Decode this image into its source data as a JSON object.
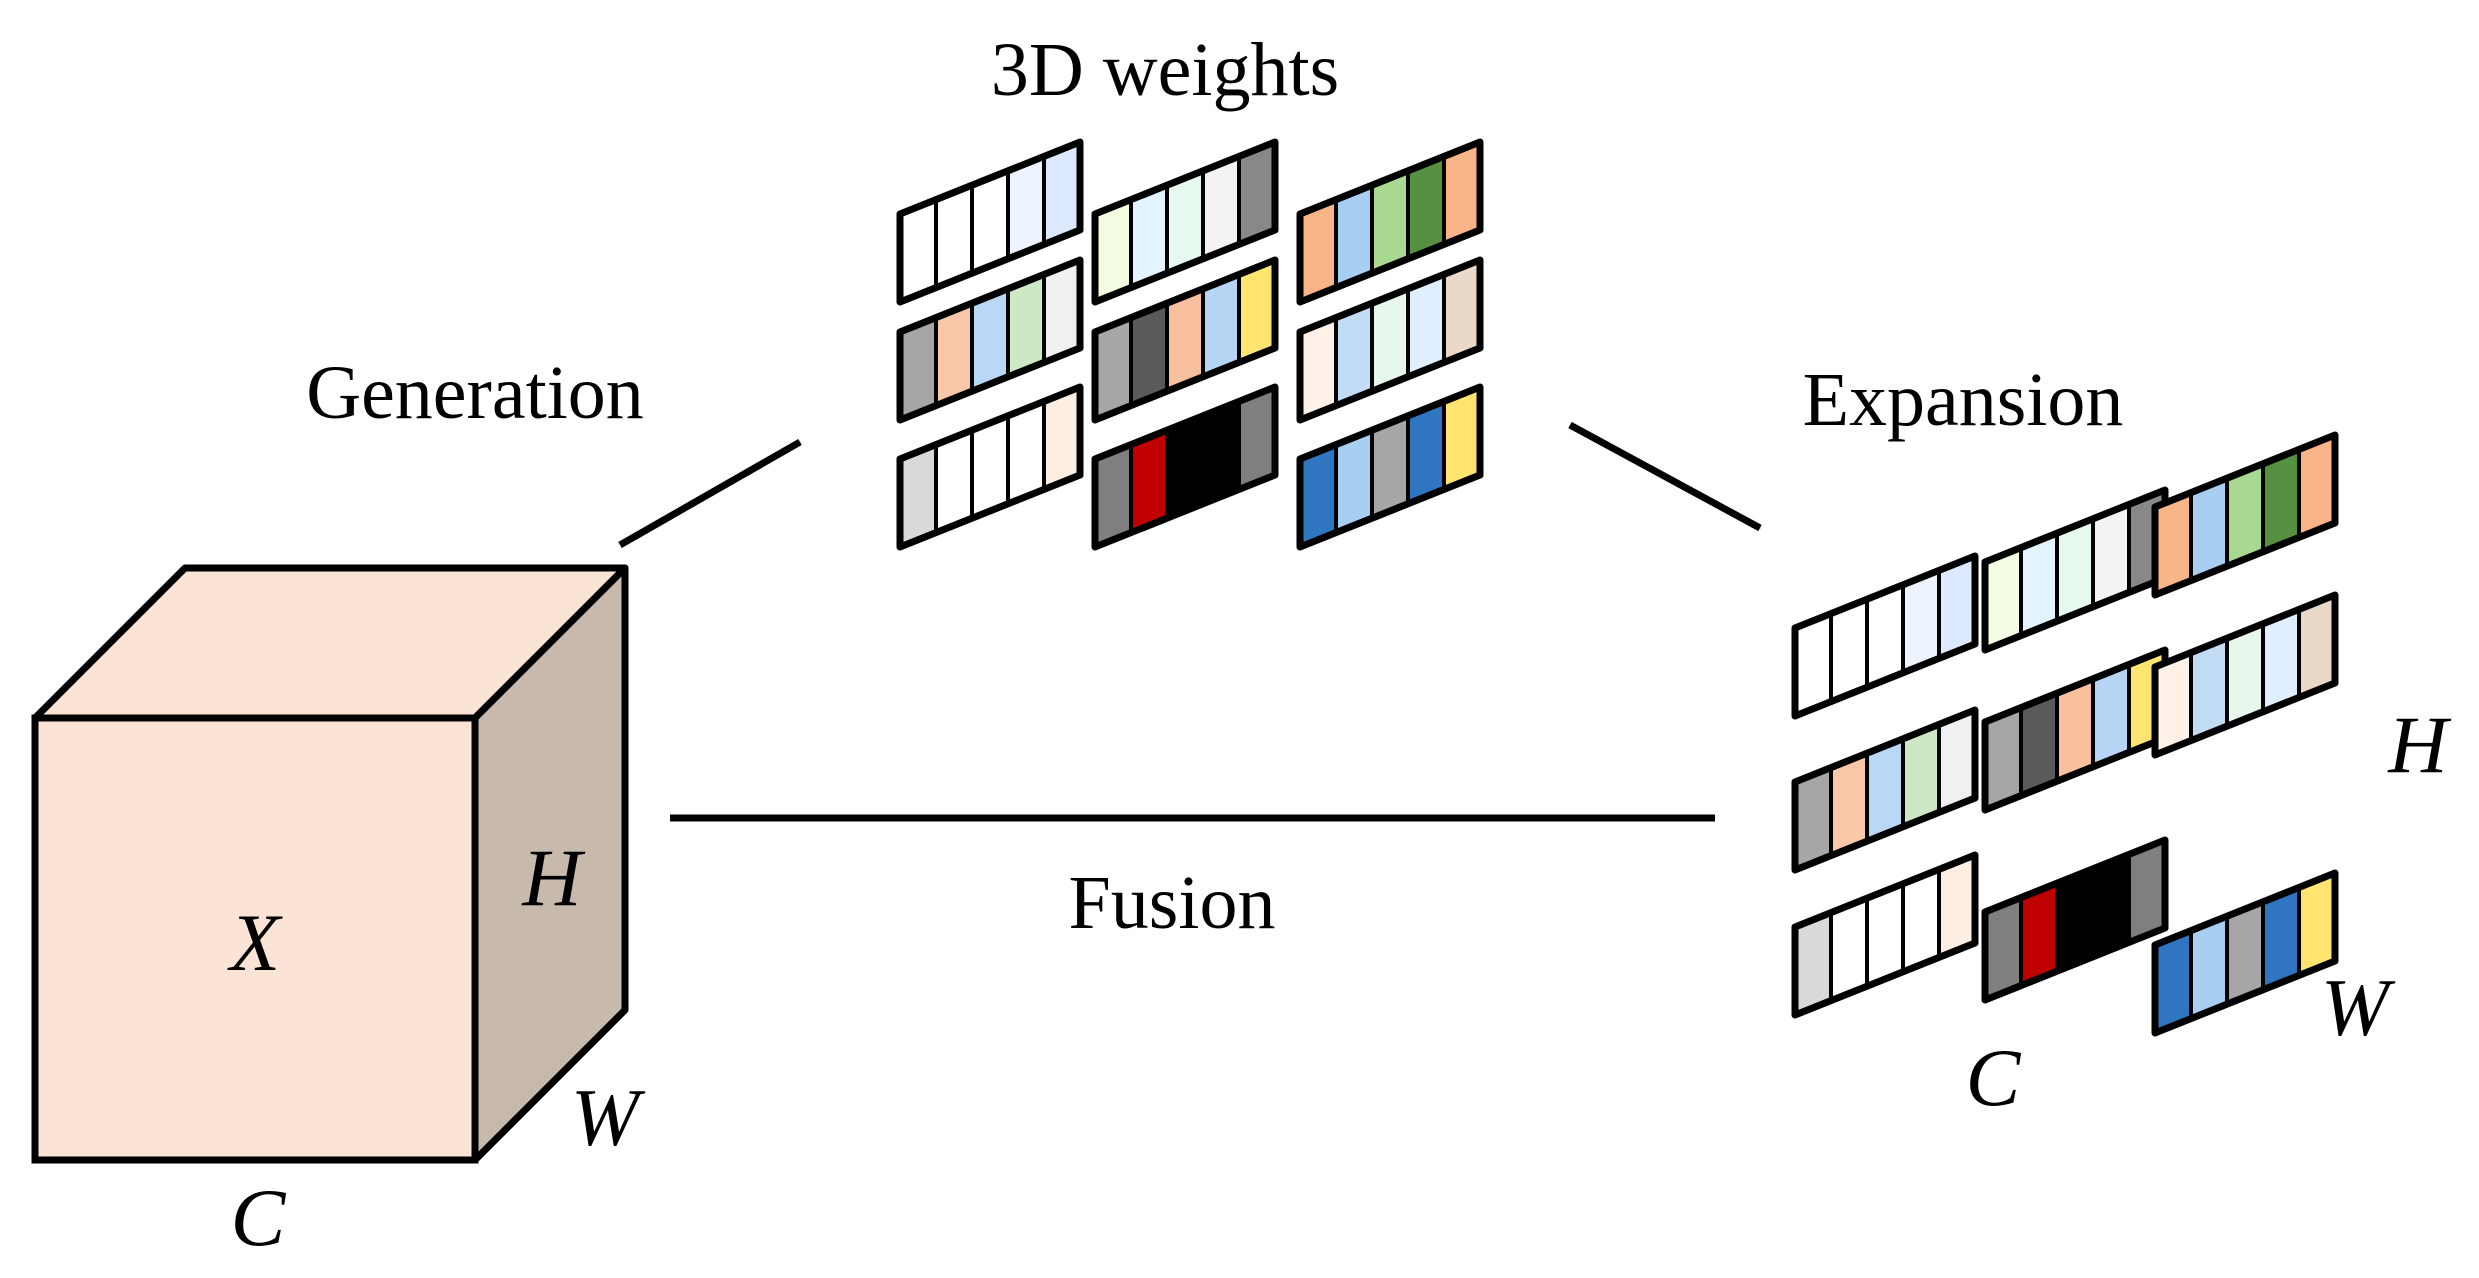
{
  "labels": {
    "weights_title": "3D weights",
    "generation": "Generation",
    "expansion": "Expansion",
    "fusion": "Fusion",
    "cube_x": "X",
    "cube_h": "H",
    "cube_w": "W",
    "cube_c": "C",
    "out_h": "H",
    "out_w": "W",
    "out_c": "C"
  },
  "colors": {
    "cube_front": "#fbe3d6",
    "cube_top": "#fbe3d6",
    "cube_side": "#c8b9ad",
    "stroke": "#000000"
  },
  "weight_strips": [
    [
      "#ffffff",
      "#ffffff",
      "#ffffff",
      "#edf3ff",
      "#dce9ff"
    ],
    [
      "#f2fce0",
      "#e3f3ff",
      "#e7f9ee",
      "#f3f3f3",
      "#888888"
    ],
    [
      "#f9b588",
      "#a8cef2",
      "#a9d890",
      "#559140",
      "#f9b588"
    ],
    [
      "#a6a6a6",
      "#f9c8a8",
      "#b9d8f5",
      "#cde8c4",
      "#f0f0f0"
    ],
    [
      "#a6a6a6",
      "#5a5a5a",
      "#f9c0a0",
      "#b6d5f5",
      "#ffe470"
    ],
    [
      "#fff1e7",
      "#c2dcf6",
      "#e7f7eb",
      "#e0efff",
      "#ead8c8"
    ],
    [
      "#d9d9d9",
      "#ffffff",
      "#ffffff",
      "#ffffff",
      "#fdeee4"
    ],
    [
      "#7f7f7f",
      "#c00000",
      "#000000",
      "#000000",
      "#7f7f7f"
    ],
    [
      "#2f75c0",
      "#a8cef2",
      "#a6a6a6",
      "#2f75c0",
      "#ffe470"
    ]
  ]
}
